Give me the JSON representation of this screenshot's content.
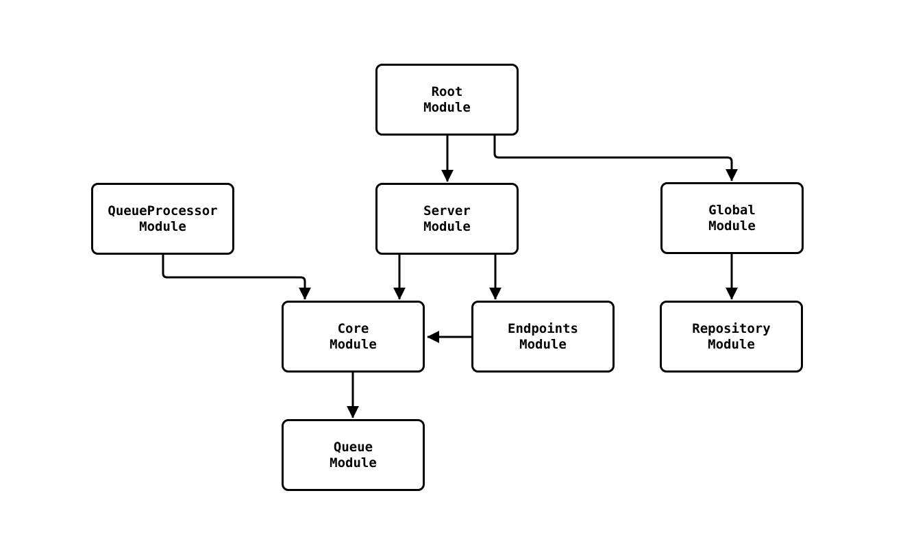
{
  "diagram": {
    "type": "module-dependency-flowchart",
    "background_color": "#ffffff",
    "stroke_color": "#000000",
    "nodes": [
      {
        "id": "root",
        "label": "Root\nModule"
      },
      {
        "id": "queue-processor",
        "label": "QueueProcessor\nModule"
      },
      {
        "id": "server",
        "label": "Server\nModule"
      },
      {
        "id": "global",
        "label": "Global\nModule"
      },
      {
        "id": "core",
        "label": "Core\nModule"
      },
      {
        "id": "endpoints",
        "label": "Endpoints\nModule"
      },
      {
        "id": "repository",
        "label": "Repository\nModule"
      },
      {
        "id": "queue",
        "label": "Queue\nModule"
      }
    ],
    "edges": [
      {
        "from": "root",
        "to": "server"
      },
      {
        "from": "root",
        "to": "global"
      },
      {
        "from": "queue-processor",
        "to": "core"
      },
      {
        "from": "server",
        "to": "core"
      },
      {
        "from": "server",
        "to": "endpoints"
      },
      {
        "from": "endpoints",
        "to": "core"
      },
      {
        "from": "global",
        "to": "repository"
      },
      {
        "from": "core",
        "to": "queue"
      }
    ]
  }
}
